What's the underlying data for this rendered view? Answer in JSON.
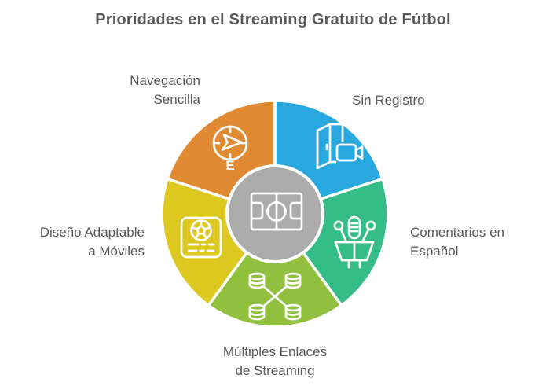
{
  "title": "Prioridades en el Streaming Gratuito de Fútbol",
  "colors": {
    "background": "#ffffff",
    "text": "#58595b",
    "divider": "#ffffff"
  },
  "diagram": {
    "type": "pie-infographic",
    "center": {
      "color": "#ababab",
      "stroke": "#ffffff",
      "icon": "soccer-field-icon"
    },
    "slices": [
      {
        "id": "sin-registro",
        "label": "Sin Registro",
        "color": "#29a8df",
        "icon": "door-camera-icon"
      },
      {
        "id": "comentarios-espanol",
        "label": "Comentarios en\nEspañol",
        "color": "#34bd86",
        "icon": "podium-microphones-icon"
      },
      {
        "id": "multiples-enlaces",
        "label": "Múltiples Enlaces\nde Streaming",
        "color": "#90c03e",
        "icon": "linked-databases-icon"
      },
      {
        "id": "diseno-adaptable",
        "label": "Diseño Adaptable\na Móviles",
        "color": "#ddc81f",
        "icon": "mobile-card-icon"
      },
      {
        "id": "navegacion-sencilla",
        "label": "Navegación\nSencilla",
        "color": "#e08b33",
        "icon": "compass-icon",
        "icon_letter": "E"
      }
    ]
  }
}
